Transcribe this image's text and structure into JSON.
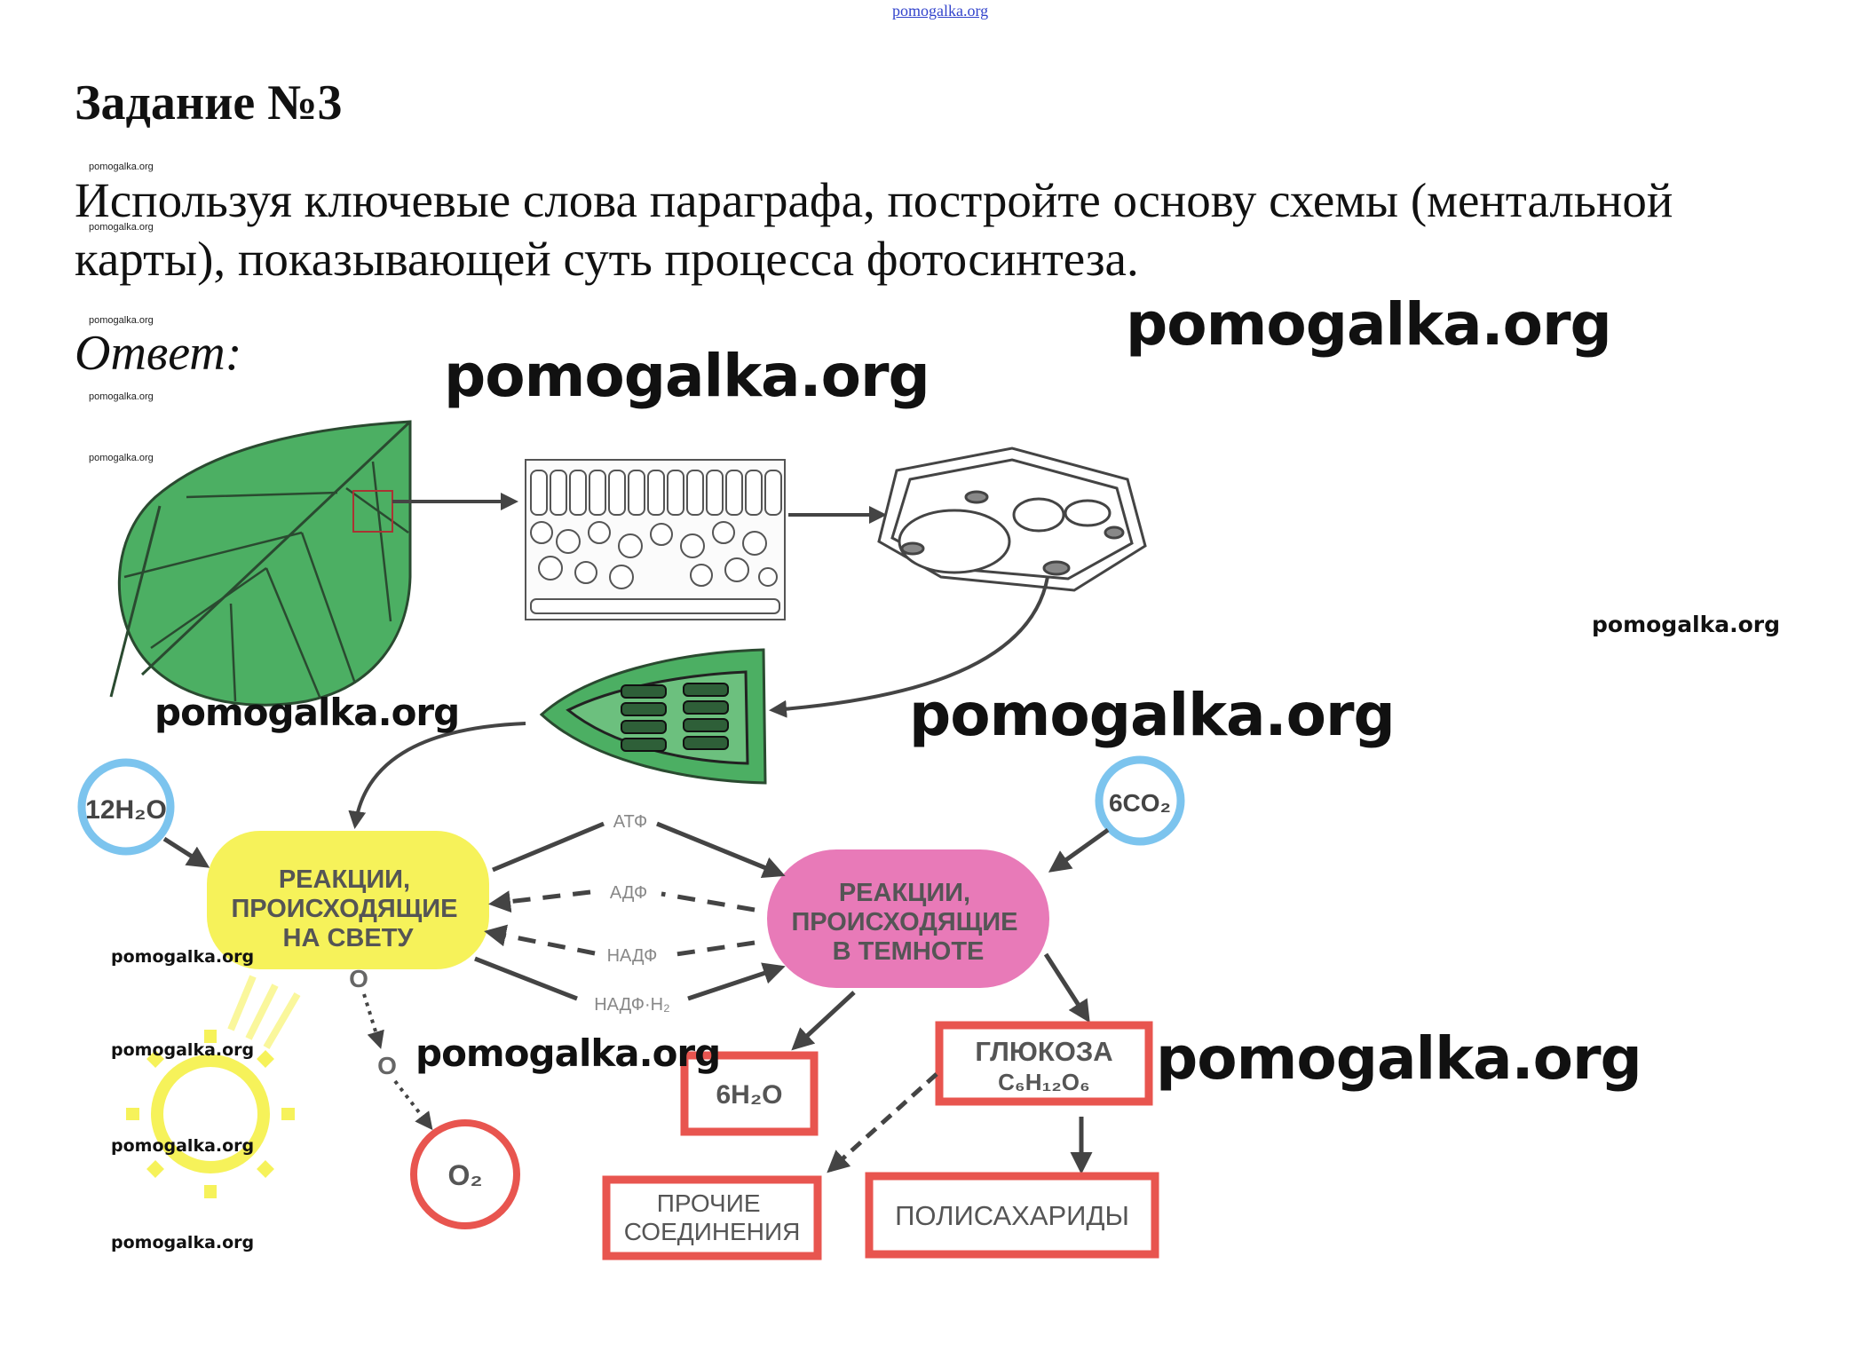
{
  "watermark_top": "pomogalka.org",
  "title": "Задание №3",
  "task_lines": [
    "Используя ключевые слова параграфа, постройте основу схемы (ментальной",
    "карты), показывающей суть процесса фотосинтеза."
  ],
  "answer_label": "Ответ:",
  "watermarks": {
    "small": "pomogalka.org",
    "big": "pomogalka.org"
  },
  "diagram": {
    "water_in": "12H₂O",
    "co2_in": "6CO₂",
    "light_reactions": [
      "РЕАКЦИИ,",
      "ПРОИСХОДЯЩИЕ",
      "НА СВЕТУ"
    ],
    "dark_reactions": [
      "РЕАКЦИИ,",
      "ПРОИСХОДЯЩИЕ",
      "В ТЕМНОТЕ"
    ],
    "atp": "АТФ",
    "adp": "АДФ",
    "nadp": "НАДФ",
    "nadph": "НАДФ·H₂",
    "oxygen_atom": "O",
    "oxygen": "O₂",
    "water_out": "6H₂O",
    "glucose": "ГЛЮКОЗА",
    "glucose_formula": "C₆H₁₂O₆",
    "other_compounds": [
      "ПРОЧИЕ",
      "СОЕДИНЕНИЯ"
    ],
    "polysaccharides": "ПОЛИСАХАРИДЫ"
  },
  "colors": {
    "leaf_green": "#4caf63",
    "light_yellow": "#f6f25a",
    "dark_pink": "#e87ab8",
    "circle_blue": "#7cc4ee",
    "box_red": "#e8554f"
  }
}
